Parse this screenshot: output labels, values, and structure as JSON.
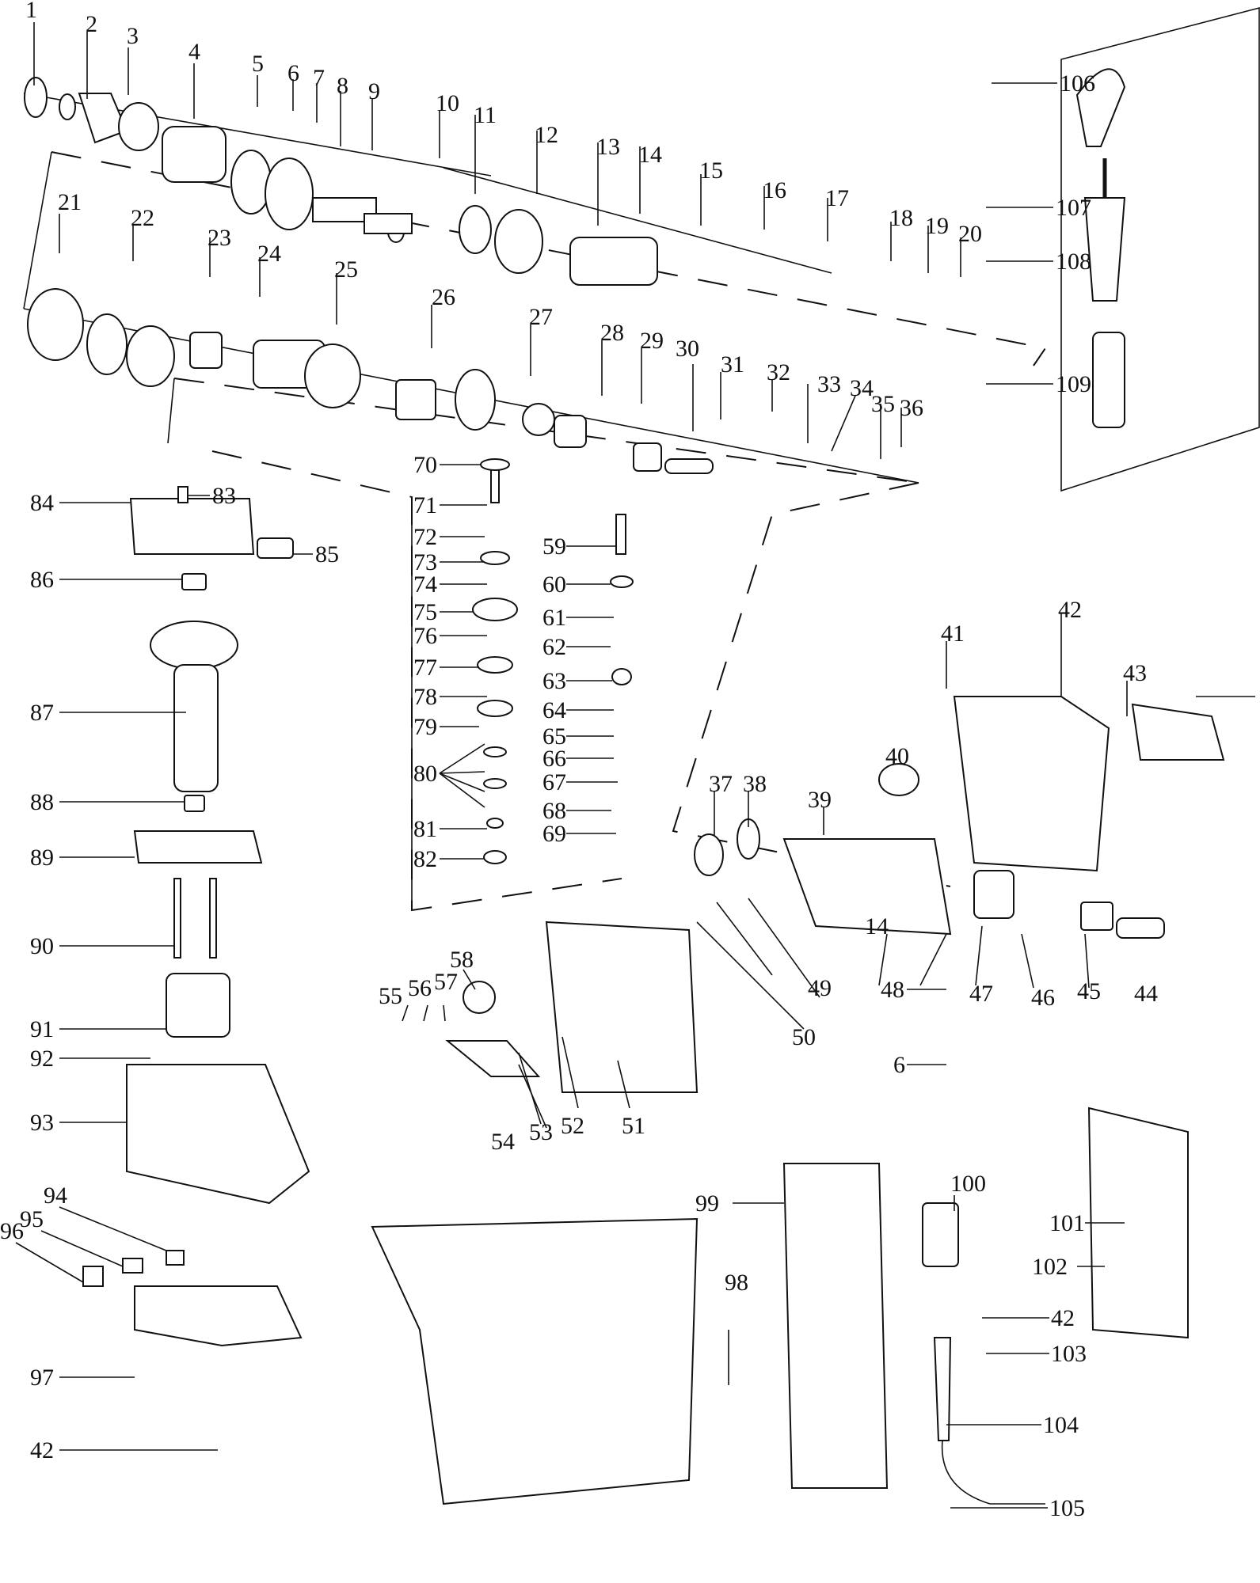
{
  "diagram": {
    "type": "exploded-parts-view",
    "labels": [
      {
        "id": "p1",
        "text": "1"
      },
      {
        "id": "p2",
        "text": "2"
      },
      {
        "id": "p3",
        "text": "3"
      },
      {
        "id": "p4",
        "text": "4"
      },
      {
        "id": "p5",
        "text": "5"
      },
      {
        "id": "p6",
        "text": "6"
      },
      {
        "id": "p7",
        "text": "7"
      },
      {
        "id": "p8",
        "text": "8"
      },
      {
        "id": "p9",
        "text": "9"
      },
      {
        "id": "p10",
        "text": "10"
      },
      {
        "id": "p11",
        "text": "11"
      },
      {
        "id": "p12",
        "text": "12"
      },
      {
        "id": "p13",
        "text": "13"
      },
      {
        "id": "p14",
        "text": "14"
      },
      {
        "id": "p15",
        "text": "15"
      },
      {
        "id": "p16",
        "text": "16"
      },
      {
        "id": "p17",
        "text": "17"
      },
      {
        "id": "p18",
        "text": "18"
      },
      {
        "id": "p19",
        "text": "19"
      },
      {
        "id": "p20",
        "text": "20"
      },
      {
        "id": "p21",
        "text": "21"
      },
      {
        "id": "p22",
        "text": "22"
      },
      {
        "id": "p23",
        "text": "23"
      },
      {
        "id": "p24",
        "text": "24"
      },
      {
        "id": "p25",
        "text": "25"
      },
      {
        "id": "p26",
        "text": "26"
      },
      {
        "id": "p27",
        "text": "27"
      },
      {
        "id": "p28",
        "text": "28"
      },
      {
        "id": "p29",
        "text": "29"
      },
      {
        "id": "p30",
        "text": "30"
      },
      {
        "id": "p31",
        "text": "31"
      },
      {
        "id": "p32",
        "text": "32"
      },
      {
        "id": "p33",
        "text": "33"
      },
      {
        "id": "p34",
        "text": "34"
      },
      {
        "id": "p35",
        "text": "35"
      },
      {
        "id": "p36",
        "text": "36"
      },
      {
        "id": "p37",
        "text": "37"
      },
      {
        "id": "p38",
        "text": "38"
      },
      {
        "id": "p39",
        "text": "39"
      },
      {
        "id": "p40",
        "text": "40"
      },
      {
        "id": "p41",
        "text": "41"
      },
      {
        "id": "p42a",
        "text": "42"
      },
      {
        "id": "p43",
        "text": "43"
      },
      {
        "id": "p44",
        "text": "44"
      },
      {
        "id": "p45",
        "text": "45"
      },
      {
        "id": "p46",
        "text": "46"
      },
      {
        "id": "p47",
        "text": "47"
      },
      {
        "id": "p48",
        "text": "48"
      },
      {
        "id": "p49",
        "text": "49"
      },
      {
        "id": "p50",
        "text": "50"
      },
      {
        "id": "p51",
        "text": "51"
      },
      {
        "id": "p52",
        "text": "52"
      },
      {
        "id": "p53",
        "text": "53"
      },
      {
        "id": "p54",
        "text": "54"
      },
      {
        "id": "p55",
        "text": "55"
      },
      {
        "id": "p56",
        "text": "56"
      },
      {
        "id": "p57",
        "text": "57"
      },
      {
        "id": "p58",
        "text": "58"
      },
      {
        "id": "p59",
        "text": "59"
      },
      {
        "id": "p60",
        "text": "60"
      },
      {
        "id": "p61",
        "text": "61"
      },
      {
        "id": "p62",
        "text": "62"
      },
      {
        "id": "p63",
        "text": "63"
      },
      {
        "id": "p64",
        "text": "64"
      },
      {
        "id": "p65",
        "text": "65"
      },
      {
        "id": "p66",
        "text": "66"
      },
      {
        "id": "p67",
        "text": "67"
      },
      {
        "id": "p68",
        "text": "68"
      },
      {
        "id": "p69",
        "text": "69"
      },
      {
        "id": "p70",
        "text": "70"
      },
      {
        "id": "p71",
        "text": "71"
      },
      {
        "id": "p72",
        "text": "72"
      },
      {
        "id": "p73",
        "text": "73"
      },
      {
        "id": "p74",
        "text": "74"
      },
      {
        "id": "p75",
        "text": "75"
      },
      {
        "id": "p76",
        "text": "76"
      },
      {
        "id": "p77",
        "text": "77"
      },
      {
        "id": "p78",
        "text": "78"
      },
      {
        "id": "p79",
        "text": "79"
      },
      {
        "id": "p80",
        "text": "80"
      },
      {
        "id": "p81",
        "text": "81"
      },
      {
        "id": "p82",
        "text": "82"
      },
      {
        "id": "p83",
        "text": "83"
      },
      {
        "id": "p84",
        "text": "84"
      },
      {
        "id": "p85",
        "text": "85"
      },
      {
        "id": "p86",
        "text": "86"
      },
      {
        "id": "p87",
        "text": "87"
      },
      {
        "id": "p88",
        "text": "88"
      },
      {
        "id": "p89",
        "text": "89"
      },
      {
        "id": "p90",
        "text": "90"
      },
      {
        "id": "p91",
        "text": "91"
      },
      {
        "id": "p92",
        "text": "92"
      },
      {
        "id": "p93",
        "text": "93"
      },
      {
        "id": "p94",
        "text": "94"
      },
      {
        "id": "p95",
        "text": "95"
      },
      {
        "id": "p96",
        "text": "96"
      },
      {
        "id": "p97",
        "text": "97"
      },
      {
        "id": "p42b",
        "text": "42"
      },
      {
        "id": "p98",
        "text": "98"
      },
      {
        "id": "p99",
        "text": "99"
      },
      {
        "id": "p100",
        "text": "100"
      },
      {
        "id": "p101",
        "text": "101"
      },
      {
        "id": "p102",
        "text": "102"
      },
      {
        "id": "p42c",
        "text": "42"
      },
      {
        "id": "p103",
        "text": "103"
      },
      {
        "id": "p104",
        "text": "104"
      },
      {
        "id": "p105",
        "text": "105"
      },
      {
        "id": "p106",
        "text": "106"
      },
      {
        "id": "p107",
        "text": "107"
      },
      {
        "id": "p108",
        "text": "108"
      },
      {
        "id": "p109",
        "text": "109"
      },
      {
        "id": "p14b",
        "text": "14"
      },
      {
        "id": "p6b",
        "text": "6"
      }
    ]
  }
}
